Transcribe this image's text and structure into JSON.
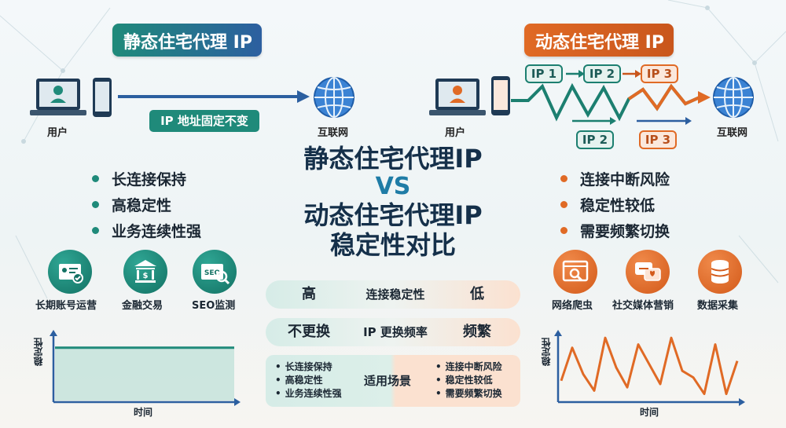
{
  "static_title": "静态住宅代理 IP",
  "dynamic_title": "动态住宅代理 IP",
  "user_label": "用户",
  "internet_label": "互联网",
  "fixed_ip_label": "IP 地址固定不变",
  "ip_pills": [
    "IP 1",
    "IP 2",
    "IP 3",
    "IP 2",
    "IP 3"
  ],
  "main_title": {
    "line1": "静态住宅代理IP",
    "vs": "VS",
    "line2": "动态住宅代理IP",
    "line3": "稳定性对比"
  },
  "static_features": [
    "长连接保持",
    "高稳定性",
    "业务连续性强"
  ],
  "dynamic_features": [
    "连接中断风险",
    "稳定性较低",
    "需要频繁切换"
  ],
  "static_uses": [
    {
      "label": "长期账号运营",
      "icon": "id-card-check-icon"
    },
    {
      "label": "金融交易",
      "icon": "bank-icon"
    },
    {
      "label": "SEO监测",
      "icon": "seo-magnifier-icon"
    }
  ],
  "dynamic_uses": [
    {
      "label": "网络爬虫",
      "icon": "browser-search-icon"
    },
    {
      "label": "社交媒体营销",
      "icon": "social-chat-icon"
    },
    {
      "label": "数据采集",
      "icon": "database-icon"
    }
  ],
  "comparison": [
    {
      "left": "高",
      "mid": "连接稳定性",
      "right": "低"
    },
    {
      "left": "不更换",
      "mid": "IP 更换频率",
      "right": "频繁"
    }
  ],
  "scenario": {
    "label": "适用场景",
    "left": [
      "长连接保持",
      "高稳定性",
      "业务连续性强"
    ],
    "right": [
      "连接中断风险",
      "稳定性较低",
      "需要频繁切换"
    ]
  },
  "chart_labels": {
    "y": "稳定性",
    "x": "时间"
  },
  "colors": {
    "teal": "#1f8a7a",
    "orange": "#e06a25",
    "blue": "#2c5fa0"
  },
  "chart_data": [
    {
      "type": "area",
      "x": [
        0,
        1
      ],
      "series": [
        {
          "values": [
            0.8,
            0.8
          ]
        }
      ],
      "ylabel": "稳定性",
      "xlabel": "时间"
    },
    {
      "type": "line",
      "x": [
        0,
        1,
        2,
        3,
        4,
        5,
        6,
        7,
        8,
        9,
        10,
        11,
        12,
        13,
        14,
        15,
        16
      ],
      "series": [
        {
          "values": [
            0.3,
            0.8,
            0.4,
            0.15,
            0.95,
            0.5,
            0.2,
            0.85,
            0.55,
            0.25,
            0.95,
            0.45,
            0.35,
            0.1,
            0.85,
            0.1,
            0.6
          ]
        }
      ],
      "ylabel": "稳定性",
      "xlabel": "时间"
    }
  ]
}
